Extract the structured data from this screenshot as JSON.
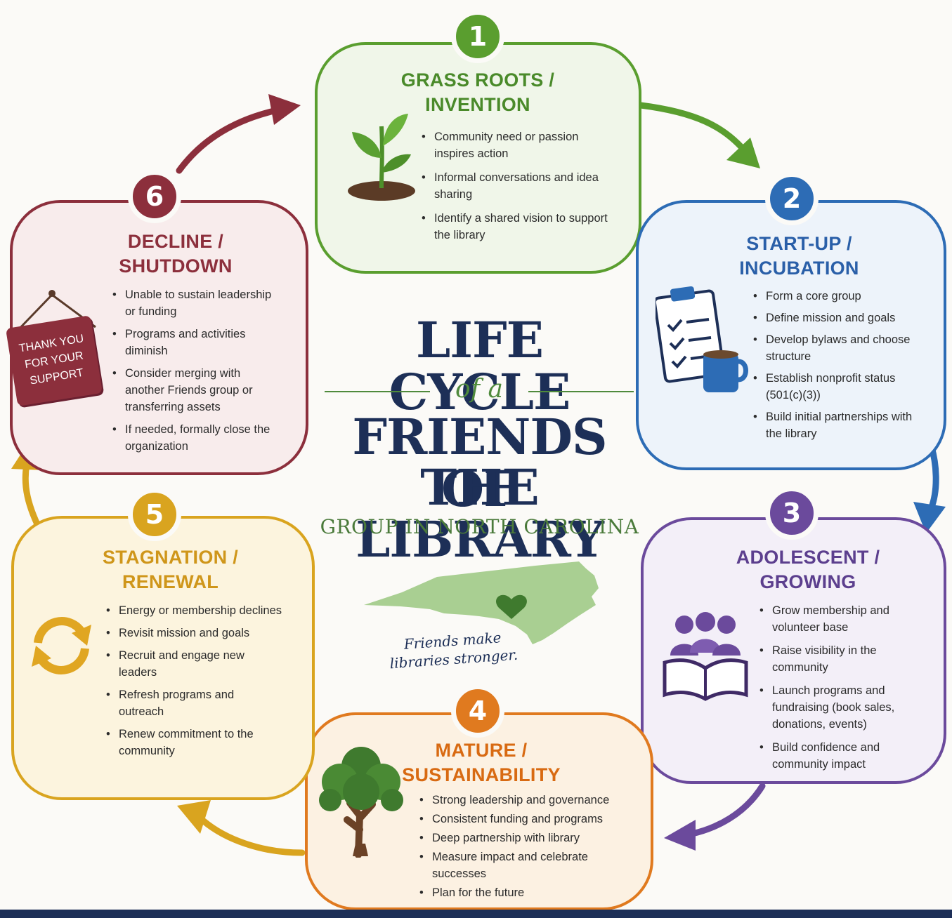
{
  "title": {
    "line1": "LIFE CYCLE",
    "connector": "of a",
    "line2": "FRIENDS OF",
    "line3": "THE LIBRARY",
    "subtitle": "GROUP IN NORTH CAROLINA"
  },
  "tagline": {
    "line1": "Friends make",
    "line2": "libraries stronger."
  },
  "colors": {
    "green": "#5a9e2f",
    "blue": "#2d6cb5",
    "purple": "#6b4a9c",
    "orange": "#e07a1f",
    "gold": "#d9a41f",
    "maroon": "#8c2f3c",
    "navy": "#1d2f57"
  },
  "stages": [
    {
      "number": "1",
      "title_line1": "GRASS ROOTS /",
      "title_line2": "INVENTION",
      "icon": "sprout-icon",
      "bullets": [
        "Community need or passion inspires action",
        "Informal conversations and idea sharing",
        "Identify a shared vision to support the library"
      ]
    },
    {
      "number": "2",
      "title_line1": "START-UP /",
      "title_line2": "INCUBATION",
      "icon": "clipboard-checklist-icon",
      "bullets": [
        "Form a core group",
        "Define mission and goals",
        "Develop bylaws and choose structure",
        "Establish nonprofit status (501(c)(3))",
        "Build initial partnerships with the library"
      ]
    },
    {
      "number": "3",
      "title_line1": "ADOLESCENT /",
      "title_line2": "GROWING",
      "icon": "people-book-icon",
      "bullets": [
        "Grow membership and volunteer base",
        "Raise visibility in the community",
        "Launch programs and fundraising (book sales, donations, events)",
        "Build confidence and community impact"
      ]
    },
    {
      "number": "4",
      "title_line1": "MATURE /",
      "title_line2": "SUSTAINABILITY",
      "icon": "tree-icon",
      "bullets": [
        "Strong leadership and governance",
        "Consistent funding and programs",
        "Deep partnership with library",
        "Measure impact and celebrate successes",
        "Plan for the future"
      ]
    },
    {
      "number": "5",
      "title_line1": "STAGNATION /",
      "title_line2": "RENEWAL",
      "icon": "refresh-cycle-icon",
      "bullets": [
        "Energy or membership declines",
        "Revisit mission and goals",
        "Recruit and engage new leaders",
        "Refresh programs and outreach",
        "Renew commitment to the community"
      ]
    },
    {
      "number": "6",
      "title_line1": "DECLINE /",
      "title_line2": "SHUTDOWN",
      "icon": "hanging-sign-icon",
      "sign_text": [
        "THANK YOU",
        "FOR YOUR",
        "SUPPORT"
      ],
      "bullets": [
        "Unable to sustain leadership or funding",
        "Programs and activities diminish",
        "Consider merging with another Friends group or transferring assets",
        "If needed, formally close the organization"
      ]
    }
  ]
}
